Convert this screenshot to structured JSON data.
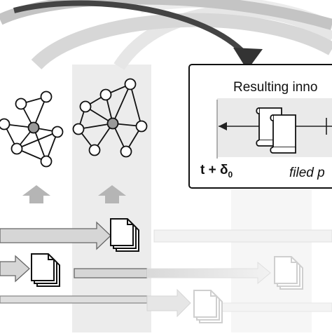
{
  "result_panel": {
    "title": "Resulting inno",
    "time_label": "t + δ",
    "time_subscript": "0",
    "filed_label": "filed p"
  }
}
